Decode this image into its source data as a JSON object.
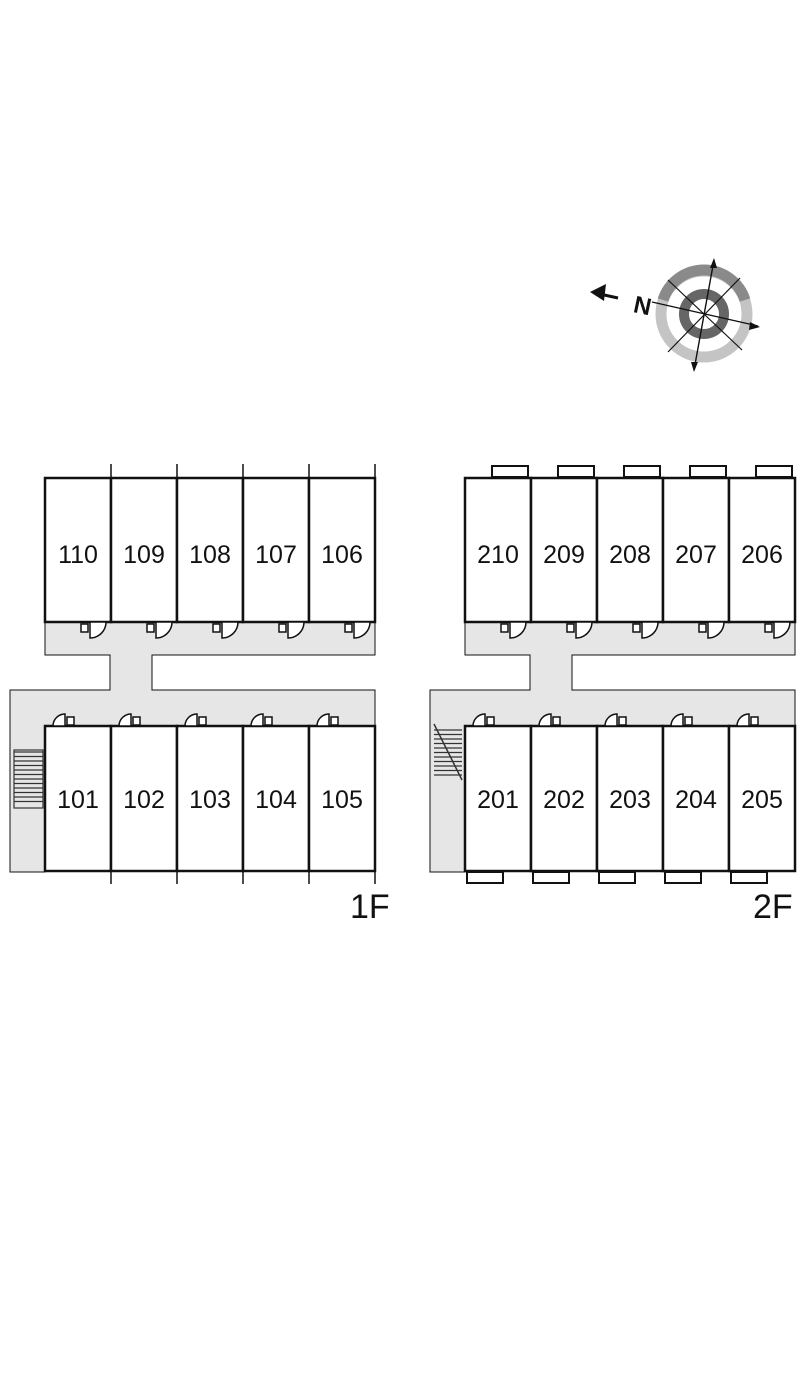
{
  "compass": {
    "north_label": "N",
    "icon": "compass-rose-icon"
  },
  "floors": [
    {
      "id": "1F",
      "label": "1F",
      "top_row": [
        "110",
        "109",
        "108",
        "107",
        "106"
      ],
      "bottom_row": [
        "101",
        "102",
        "103",
        "104",
        "105"
      ]
    },
    {
      "id": "2F",
      "label": "2F",
      "top_row": [
        "210",
        "209",
        "208",
        "207",
        "206"
      ],
      "bottom_row": [
        "201",
        "202",
        "203",
        "204",
        "205"
      ]
    }
  ],
  "colors": {
    "corridor": "#e6e6e6",
    "wall": "#111111",
    "background": "#ffffff",
    "compass_dark": "#8a8a8a",
    "compass_light": "#c4c4c4"
  }
}
